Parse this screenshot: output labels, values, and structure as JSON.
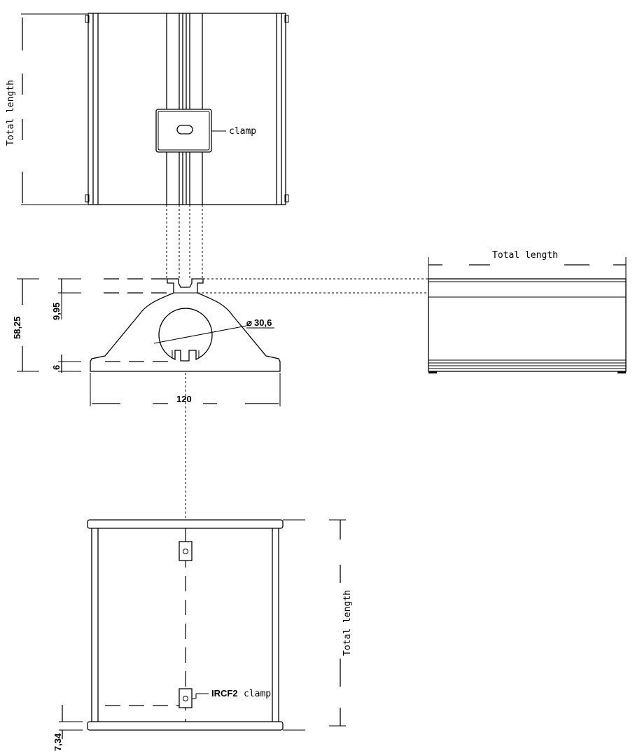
{
  "top_view": {
    "total_length_label": "Total length",
    "clamp_label": "clamp"
  },
  "side_view": {
    "total_length_label": "Total length"
  },
  "section_view": {
    "height_dimension": "58,25",
    "neck_dimension": "9,95",
    "base_dimension": "6",
    "width_dimension": "120",
    "bore_diameter": "30,6",
    "diameter_symbol": "⌀"
  },
  "bottom_view": {
    "total_length_label": "Total length",
    "clamp_code": "IRCF2",
    "clamp_label": "clamp",
    "end_dimension": "7,34"
  }
}
